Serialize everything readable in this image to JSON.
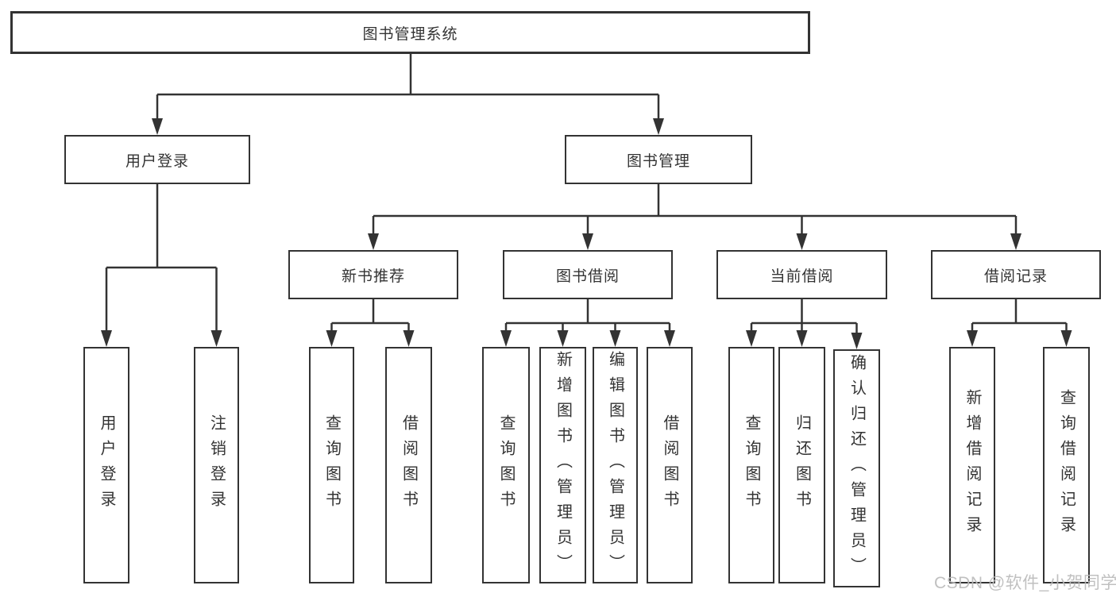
{
  "colors": {
    "line": "#333333",
    "box_border": "#333333",
    "box_background": "#ffffff",
    "text": "#333333",
    "watermark_text": "#bbbbbb"
  },
  "tree": {
    "root": "图书管理系统",
    "login": {
      "label": "用户登录",
      "children": [
        "用户登录",
        "注销登录"
      ]
    },
    "mgmt": {
      "label": "图书管理",
      "groups": [
        {
          "label": "新书推荐",
          "children": [
            "查询图书",
            "借阅图书"
          ]
        },
        {
          "label": "图书借阅",
          "children": [
            "查询图书",
            "新增图书（管理员）",
            "编辑图书（管理员）",
            "借阅图书"
          ]
        },
        {
          "label": "当前借阅",
          "children": [
            "查询图书",
            "归还图书",
            "确认归还（管理员）"
          ]
        },
        {
          "label": "借阅记录",
          "children": [
            "新增借阅记录",
            "查询借阅记录"
          ]
        }
      ]
    }
  },
  "watermark": {
    "text": "CSDN @软件_小贺同学"
  }
}
